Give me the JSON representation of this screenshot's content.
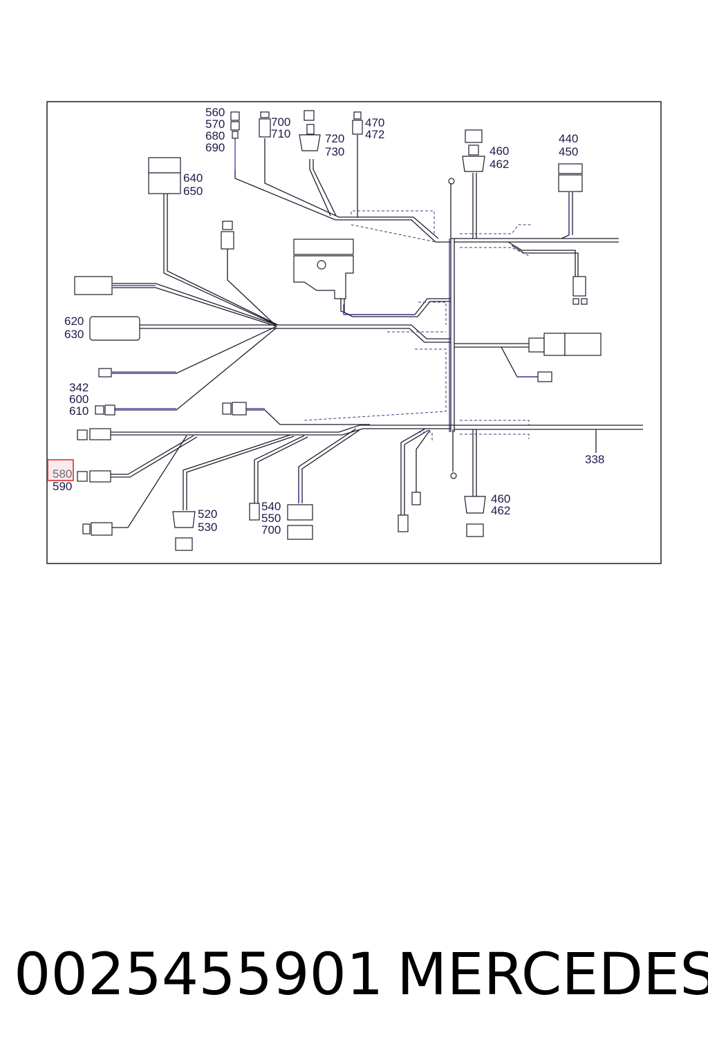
{
  "callouts": {
    "c560": "560",
    "c570": "570",
    "c680": "680",
    "c690": "690",
    "c700a": "700",
    "c710": "710",
    "c720": "720",
    "c730": "730",
    "c470": "470",
    "c472": "472",
    "c460a": "460",
    "c462a": "462",
    "c440": "440",
    "c450": "450",
    "c640": "640",
    "c650": "650",
    "c620": "620",
    "c630": "630",
    "c342": "342",
    "c600": "600",
    "c610": "610",
    "c580": "580",
    "c590": "590",
    "c520": "520",
    "c530": "530",
    "c540": "540",
    "c550": "550",
    "c700b": "700",
    "c460b": "460",
    "c462b": "462",
    "c338": "338"
  },
  "footer": {
    "part_number": "0025455901",
    "brand": "MERCEDES"
  },
  "colors": {
    "line": "#1c1c2c",
    "wire_blue": "#2a2a9a",
    "dashed": "#3a3a7a",
    "highlight": "#d83030"
  }
}
